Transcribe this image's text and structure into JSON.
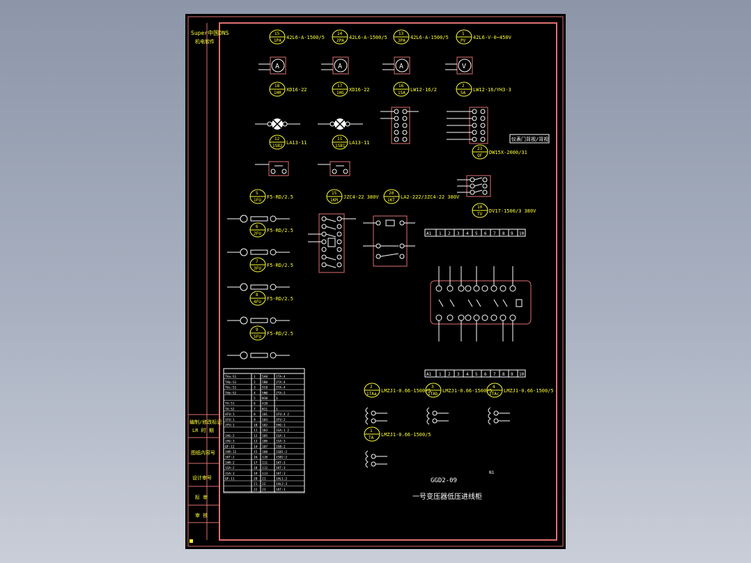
{
  "sheet": {
    "company": "Super中国DNS",
    "company_sub": "机电软件",
    "drawing_no": "GGD2-09",
    "title": "一号变压器低压进线柜",
    "sign_block": [
      "编制/修改标记",
      "LR  时 期",
      "图纸内容号",
      "设计审号",
      "标 审",
      "审 核"
    ],
    "row_label": "A1",
    "terminal_numbers": [
      "1",
      "2",
      "3",
      "4",
      "5",
      "6",
      "7",
      "8",
      "9",
      "10"
    ],
    "note_label": "仪表门背视/背视"
  },
  "components": {
    "meters": [
      {
        "no": "15",
        "code": "1PA",
        "spec": "42L6-A-1500/5",
        "symbol": "A"
      },
      {
        "no": "14",
        "code": "2PA",
        "spec": "42L6-A-1500/5",
        "symbol": "A"
      },
      {
        "no": "13",
        "code": "3PA",
        "spec": "42L6-A-1500/5",
        "symbol": "A"
      },
      {
        "no": "1",
        "code": "PV",
        "spec": "42L6-V-0~450V",
        "symbol": "V"
      }
    ],
    "switches": [
      {
        "no": "18",
        "code": "1HR",
        "spec": "XD16-22"
      },
      {
        "no": "17",
        "code": "1HG",
        "spec": "XD16-22"
      },
      {
        "no": "16",
        "code": "1SA",
        "spec": "LW12-16/2"
      },
      {
        "no": "2",
        "code": "SA",
        "spec": "LW12-16/YH3-3"
      }
    ],
    "buttons": [
      {
        "no": "12",
        "code": "1SB2",
        "spec": "LA13-11"
      },
      {
        "no": "11",
        "code": "1SB1",
        "spec": "LA13-11"
      }
    ],
    "breaker": {
      "no": "23",
      "code": "QF",
      "spec": "DW15X-2000/31"
    },
    "fuses": [
      {
        "no": "5",
        "code": "1FU",
        "spec": "F5-RD/2.5"
      },
      {
        "no": "6",
        "code": "2FU",
        "spec": "F5-RD/2.5"
      },
      {
        "no": "7",
        "code": "3FU",
        "spec": "F5-RD/2.5"
      },
      {
        "no": "8",
        "code": "4FU",
        "spec": "F5-RD/2.5"
      },
      {
        "no": "9",
        "code": "5FU",
        "spec": "F5-RD/2.5"
      }
    ],
    "relays": [
      {
        "no": "15",
        "code": "1KM",
        "spec": "JZC4-22 380V"
      },
      {
        "no": "20",
        "code": "1KT",
        "spec": "LA2-222/JZC4-22 380V"
      }
    ],
    "transformer_pt": {
      "no": "10",
      "code": "TV",
      "spec": "DV17-1500/3 380V"
    },
    "current_transformers": [
      {
        "no": "2",
        "code": "1TAa",
        "spec": "LMZJ1-0.66-1500/5"
      },
      {
        "no": "3",
        "code": "1TAb",
        "spec": "LMZJ1-0.66-1500/5"
      },
      {
        "no": "4",
        "code": "1TAc",
        "spec": "LMZJ1-0.66-1500/5"
      },
      {
        "no": "1",
        "code": "TA",
        "spec": "LMZJ1-0.66-1500/5"
      }
    ]
  },
  "terminal_table": {
    "rows": [
      [
        "TAa:S1",
        "1",
        "5A0",
        "1TA:4"
      ],
      [
        "TAb:S1",
        "2",
        "5B0",
        "2TA:4"
      ],
      [
        "TAc:S1",
        "3",
        "5C0",
        "3TA:4"
      ],
      [
        "TAb:S2",
        "4",
        "5N0",
        "2TA:2"
      ],
      [
        "",
        "5",
        "N10",
        "1"
      ],
      [
        "TA:S1",
        "6",
        "A10",
        ""
      ],
      [
        "TA:S2",
        "7",
        "N11",
        "1"
      ],
      [
        "4FU:1",
        "8",
        "101",
        "1FU:4 2"
      ],
      [
        "1FU:1",
        "9",
        "103",
        "2FU:2"
      ],
      [
        "2FU:1",
        "10",
        "102",
        "5HG:1"
      ],
      [
        "",
        "11",
        "103",
        "1SA:1 2"
      ],
      [
        "1HG:2",
        "12",
        "105",
        "1SA:1"
      ],
      [
        "1HG:3",
        "13",
        "106",
        "1SA:3"
      ],
      [
        "QF:12",
        "14",
        "107",
        "1SB:2"
      ],
      [
        "1HR:12",
        "15",
        "108",
        "1SB1:2"
      ],
      [
        "1KT:2",
        "16",
        "110",
        "1SB2:2"
      ],
      [
        "1HR:2",
        "17",
        "111",
        "1KT:3"
      ],
      [
        "1SA:2",
        "18",
        "112",
        "1KT:3"
      ],
      [
        "1SA:3",
        "19",
        "113",
        "1KT:3"
      ],
      [
        "QF:11",
        "20",
        "21",
        "1HL1:2"
      ],
      [
        "",
        "21",
        "22",
        "1HL2:3"
      ],
      [
        "",
        "22",
        "23",
        "1KT:1"
      ]
    ]
  }
}
